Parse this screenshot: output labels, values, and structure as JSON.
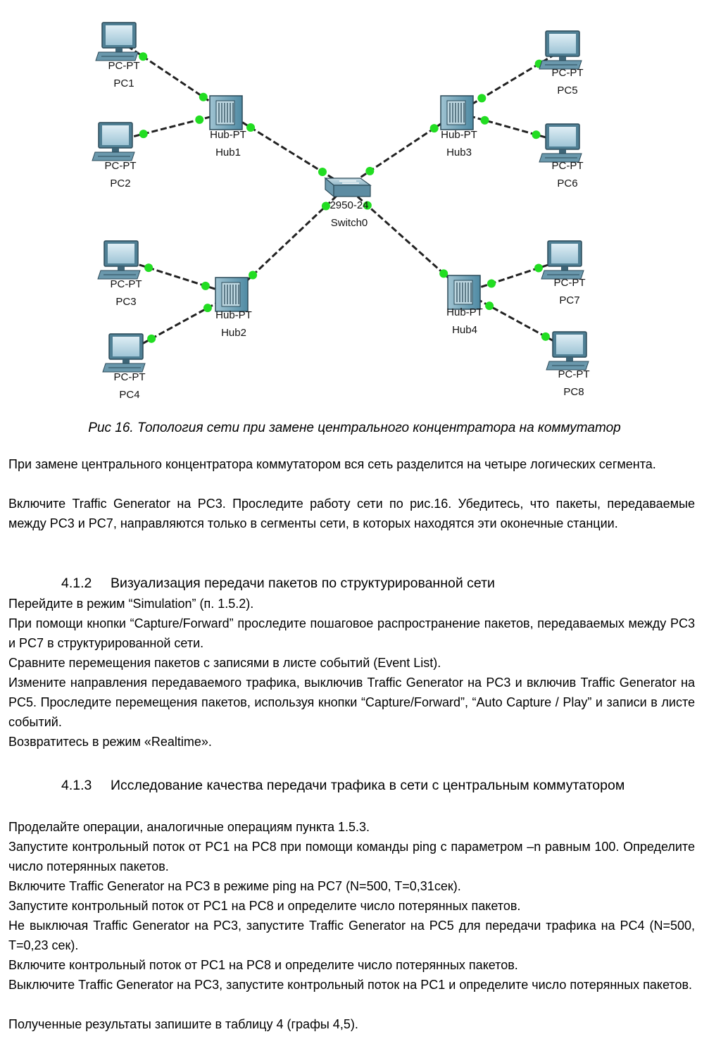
{
  "diagram": {
    "devices": [
      {
        "id": "pc1",
        "kind": "pc",
        "model": "PC-PT",
        "name": "PC1"
      },
      {
        "id": "pc2",
        "kind": "pc",
        "model": "PC-PT",
        "name": "PC2"
      },
      {
        "id": "pc3",
        "kind": "pc",
        "model": "PC-PT",
        "name": "PC3"
      },
      {
        "id": "pc4",
        "kind": "pc",
        "model": "PC-PT",
        "name": "PC4"
      },
      {
        "id": "pc5",
        "kind": "pc",
        "model": "PC-PT",
        "name": "PC5"
      },
      {
        "id": "pc6",
        "kind": "pc",
        "model": "PC-PT",
        "name": "PC6"
      },
      {
        "id": "pc7",
        "kind": "pc",
        "model": "PC-PT",
        "name": "PC7"
      },
      {
        "id": "pc8",
        "kind": "pc",
        "model": "PC-PT",
        "name": "PC8"
      },
      {
        "id": "hub1",
        "kind": "hub",
        "model": "Hub-PT",
        "name": "Hub1"
      },
      {
        "id": "hub2",
        "kind": "hub",
        "model": "Hub-PT",
        "name": "Hub2"
      },
      {
        "id": "hub3",
        "kind": "hub",
        "model": "Hub-PT",
        "name": "Hub3"
      },
      {
        "id": "hub4",
        "kind": "hub",
        "model": "Hub-PT",
        "name": "Hub4"
      },
      {
        "id": "sw0",
        "kind": "switch",
        "model": "2950-24",
        "name": "Switch0"
      }
    ],
    "links": [
      [
        "pc1",
        "hub1"
      ],
      [
        "pc2",
        "hub1"
      ],
      [
        "pc3",
        "hub2"
      ],
      [
        "pc4",
        "hub2"
      ],
      [
        "pc5",
        "hub3"
      ],
      [
        "pc6",
        "hub3"
      ],
      [
        "pc7",
        "hub4"
      ],
      [
        "pc8",
        "hub4"
      ],
      [
        "hub1",
        "sw0"
      ],
      [
        "hub2",
        "sw0"
      ],
      [
        "hub3",
        "sw0"
      ],
      [
        "hub4",
        "sw0"
      ]
    ],
    "link_color": "#222222",
    "port_color": "#22dd22"
  },
  "caption": "Рис 16. Топология сети при замене центрального концентратора на коммутатор",
  "paragraphs_1": [
    "При замене центрального концентратора коммутатором вся сеть разделится на четыре логических сегмента.",
    "Включите Traffic Generator на PC3. Проследите работу сети по рис.16. Убедитесь, что пакеты, передаваемые между PC3 и PC7, направляются только в сегменты сети, в которых находятся эти оконечные станции."
  ],
  "section_412": {
    "number": "4.1.2",
    "title": "Визуализация передачи пакетов по структурированной сети",
    "paragraphs": [
      "Перейдите в режим “Simulation” (п. 1.5.2).",
      "При помощи кнопки “Capture/Forward” проследите пошаговое распространение пакетов, передаваемых между PC3 и PC7 в структурированной сети.",
      "Сравните перемещения пакетов с записями в листе событий (Event List).",
      "Измените направления передаваемого трафика, выключив Traffic Generator на PC3 и включив Traffic Generator на PC5. Проследите перемещения пакетов, используя кнопки “Capture/Forward”, “Auto Capture / Play” и записи в листе событий.",
      "Возвратитесь в режим «Realtime»."
    ]
  },
  "section_413": {
    "number": "4.1.3",
    "title": "Исследование качества передачи трафика в сети с центральным коммутатором",
    "paragraphs": [
      "Проделайте операции, аналогичные операциям пункта 1.5.3.",
      "Запустите контрольный поток от PC1 на PC8 при помощи команды ping с параметром –n равным 100. Определите число потерянных пакетов.",
      "Включите Traffic Generator на PC3 в режиме ping на PC7 (N=500, T=0,31сек).",
      "Запустите контрольный поток от PC1 на PC8 и определите число потерянных пакетов.",
      "Не выключая Traffic Generator на PC3, запустите Traffic Generator на PC5 для передачи трафика на PC4 (N=500, T=0,23 сек).",
      "Включите контрольный поток от PC1 на PC8 и определите число потерянных пакетов.",
      "Выключите Traffic Generator на PC3, запустите контрольный поток на PC1 и определите число потерянных пакетов.",
      "Полученные результаты запишите в таблицу 4 (графы 4,5)."
    ]
  }
}
